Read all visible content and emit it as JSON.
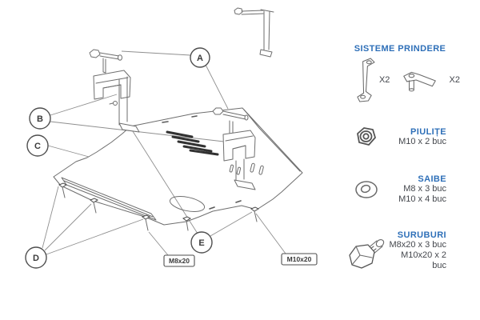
{
  "legend": {
    "accent_color": "#2e6fb8",
    "text_color": "#44474d",
    "sections": {
      "fasteners": {
        "title": "SISTEME PRINDERE",
        "items": [
          {
            "icon": "z-bracket-icon",
            "qty": "X2"
          },
          {
            "icon": "t-bracket-icon",
            "qty": "X2"
          }
        ]
      },
      "nuts": {
        "title": "PIULIȚE",
        "icon": "nut-icon",
        "lines": [
          "M10 x 2 buc"
        ]
      },
      "washers": {
        "title": "SAIBE",
        "icon": "washer-icon",
        "lines": [
          "M8 x 3 buc",
          "M10 x 4 buc"
        ]
      },
      "bolts": {
        "title": "SURUBURI",
        "icon": "bolt-icon",
        "lines": [
          "M8x20 x 3 buc",
          "M10x20 x 2 buc"
        ]
      }
    }
  },
  "diagram": {
    "callouts": [
      "A",
      "B",
      "C",
      "D",
      "E"
    ],
    "bolt_labels": [
      "M8x20",
      "M10x20"
    ]
  }
}
